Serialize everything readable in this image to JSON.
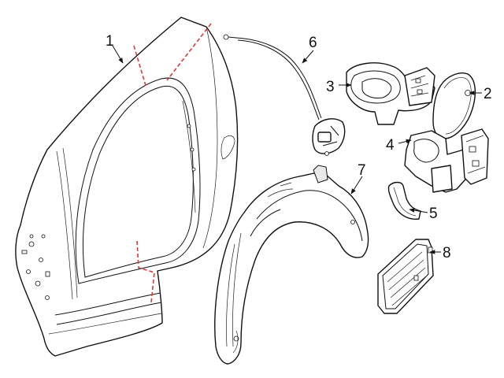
{
  "callouts": [
    {
      "id": "1",
      "label": "1"
    },
    {
      "id": "2",
      "label": "2"
    },
    {
      "id": "3",
      "label": "3"
    },
    {
      "id": "4",
      "label": "4"
    },
    {
      "id": "5",
      "label": "5"
    },
    {
      "id": "6",
      "label": "6"
    },
    {
      "id": "7",
      "label": "7"
    },
    {
      "id": "8",
      "label": "8"
    }
  ],
  "colors": {
    "cut_line": "#e53935",
    "line": "#111111",
    "background": "#ffffff"
  }
}
